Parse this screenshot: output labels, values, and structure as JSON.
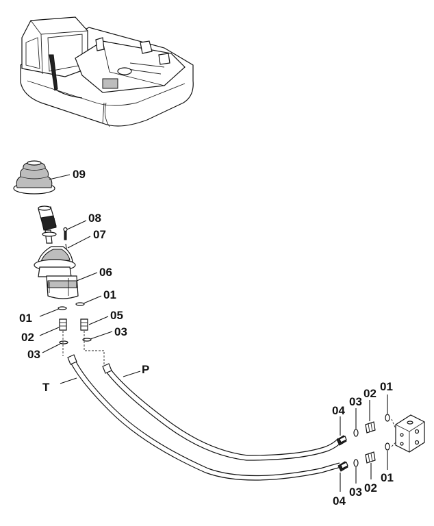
{
  "labels": {
    "p09": "09",
    "p08": "08",
    "p07": "07",
    "p06": "06",
    "p01_upper_right": "01",
    "p01_upper_left": "01",
    "p05": "05",
    "p02_left": "02",
    "p03_right": "03",
    "p03_left": "03",
    "port_p": "P",
    "port_t": "T",
    "p04_top": "04",
    "p03_top": "03",
    "p02_top": "02",
    "p01_top": "01",
    "p01_bottom": "01",
    "p02_bottom": "02",
    "p03_bottom": "03",
    "p04_bottom": "04"
  }
}
